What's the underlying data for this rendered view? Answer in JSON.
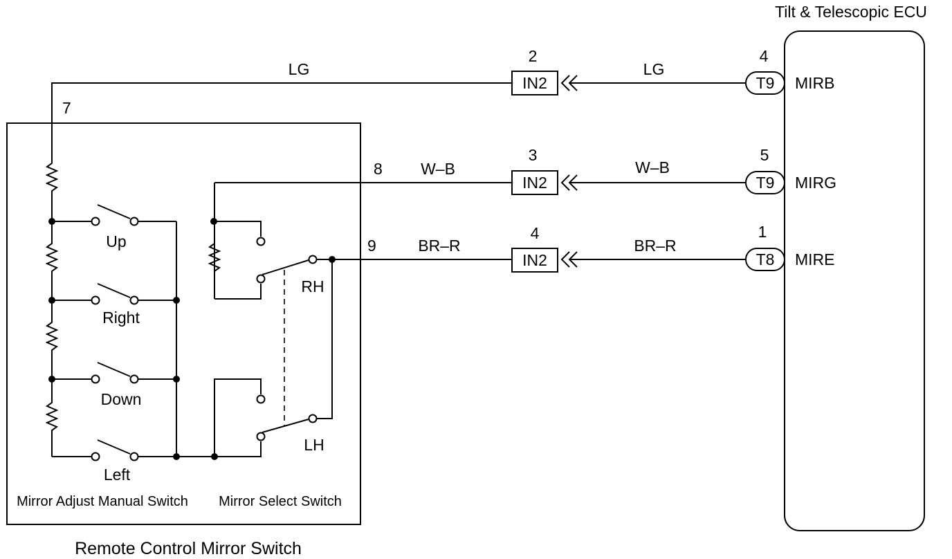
{
  "ecu": {
    "title": "Tilt & Telescopic ECU"
  },
  "switch_box": {
    "title": "Remote Control Mirror Switch",
    "adjust_label": "Mirror Adjust Manual Switch",
    "select_label": "Mirror Select Switch",
    "pin7": "7",
    "pin8": "8",
    "pin9": "9",
    "adjust_switches": [
      "Up",
      "Right",
      "Down",
      "Left"
    ],
    "select_switches": [
      "RH",
      "LH"
    ]
  },
  "circuits": [
    {
      "wire_color_left": "LG",
      "wire_color_right": "LG",
      "connector_pin": "2",
      "connector": "IN2",
      "ecu_pin": "4",
      "ecu_connector": "T9",
      "signal": "MIRB"
    },
    {
      "wire_color_left": "W–B",
      "wire_color_right": "W–B",
      "connector_pin": "3",
      "connector": "IN2",
      "ecu_pin": "5",
      "ecu_connector": "T9",
      "signal": "MIRG"
    },
    {
      "wire_color_left": "BR–R",
      "wire_color_right": "BR–R",
      "connector_pin": "4",
      "connector": "IN2",
      "ecu_pin": "1",
      "ecu_connector": "T8",
      "signal": "MIRE"
    }
  ]
}
